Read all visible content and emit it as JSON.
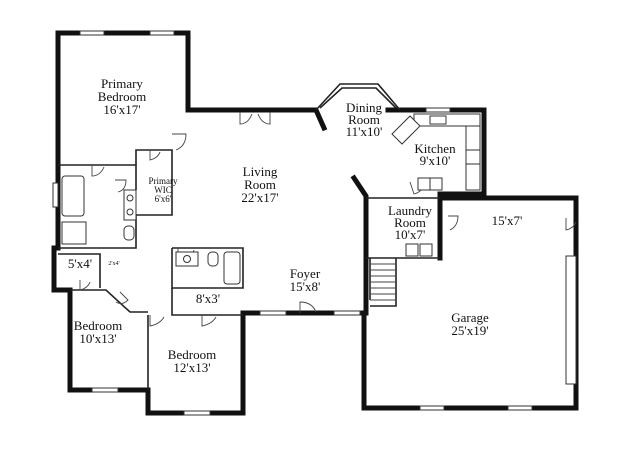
{
  "rooms": {
    "primary_bedroom": {
      "name_1": "Primary",
      "name_2": "Bedroom",
      "size": "16'x17'"
    },
    "primary_wic": {
      "name_1": "Primary",
      "name_2": "WIC",
      "size": "6'x6'"
    },
    "dining_room": {
      "name_1": "Dining",
      "name_2": "Room",
      "size": "11'x10'"
    },
    "kitchen": {
      "name": "Kitchen",
      "size": "9'x10'"
    },
    "living_room": {
      "name_1": "Living",
      "name_2": "Room",
      "size": "22'x17'"
    },
    "laundry_room": {
      "name_1": "Laundry",
      "name_2": "Room",
      "size": "10'x7'"
    },
    "garage_storage": {
      "size": "15'x7'"
    },
    "bath_small": {
      "size": "5'x4'"
    },
    "linen_closet": {
      "size": "2'x4'"
    },
    "hall_bath": {
      "size": "8'x3'"
    },
    "foyer": {
      "name": "Foyer",
      "size": "15'x8'"
    },
    "garage": {
      "name": "Garage",
      "size": "25'x19'"
    },
    "bedroom_left": {
      "name": "Bedroom",
      "size": "10'x13'"
    },
    "bedroom_center": {
      "name": "Bedroom",
      "size": "12'x13'"
    }
  }
}
